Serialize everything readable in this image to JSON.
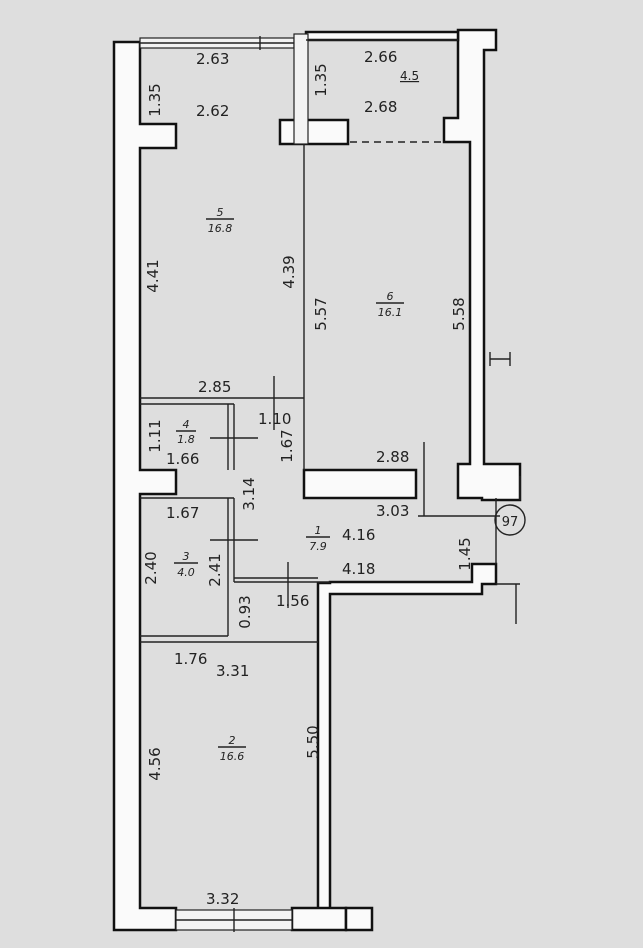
{
  "dimensions": {
    "d_2_63": "2.63",
    "d_2_66": "2.66",
    "d_4_5": "4.5",
    "d_1_35_a": "1.35",
    "d_1_35_b": "1.35",
    "d_2_62": "2.62",
    "d_2_68": "2.68",
    "d_4_41": "4.41",
    "d_4_39": "4.39",
    "d_5_57": "5.57",
    "d_5_58": "5.58",
    "d_2_85": "2.85",
    "d_1_10": "1.10",
    "d_1_11": "1.11",
    "d_1_66": "1.66",
    "d_1_67_v": "1.67",
    "d_2_88": "2.88",
    "d_3_03": "3.03",
    "d_3_14": "3.14",
    "d_1_67_h": "1.67",
    "d_4_16": "4.16",
    "d_1_45": "1.45",
    "d_2_40": "2.40",
    "d_2_41": "2.41",
    "d_4_18": "4.18",
    "d_0_93": "0.93",
    "d_1_56": "1.56",
    "d_1_76": "1.76",
    "d_3_31": "3.31",
    "d_4_56": "4.56",
    "d_5_50": "5.50",
    "d_3_32": "3.32"
  },
  "rooms": [
    {
      "number": "5",
      "area": "16.8"
    },
    {
      "number": "6",
      "area": "16.1"
    },
    {
      "number": "4",
      "area": "1.8"
    },
    {
      "number": "1",
      "area": "7.9"
    },
    {
      "number": "3",
      "area": "4.0"
    },
    {
      "number": "2",
      "area": "16.6"
    }
  ],
  "circle_label": "97",
  "colors": {
    "background": "#dedede",
    "wall_fill": "#fafafa",
    "line": "#111111"
  }
}
